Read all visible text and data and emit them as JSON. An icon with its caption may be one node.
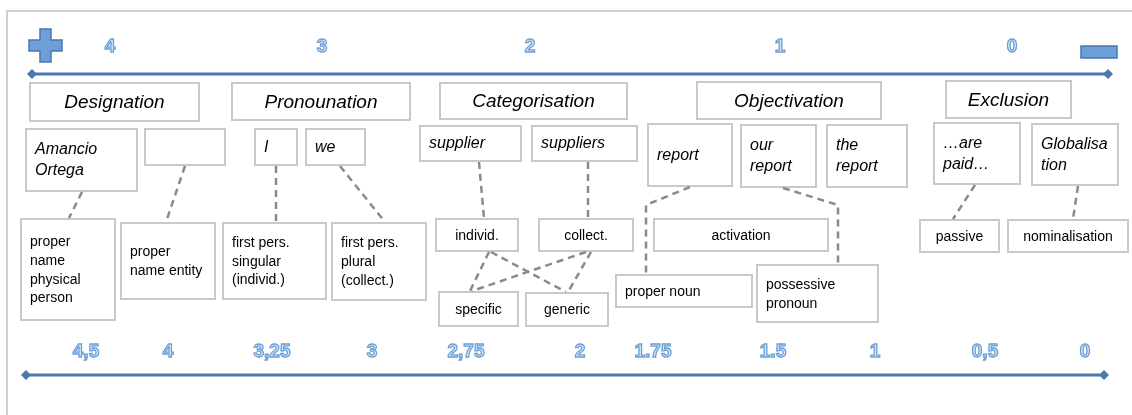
{
  "diagram": {
    "nodes": [
      {
        "text": [
          "Designation"
        ]
      },
      {
        "text": [
          "Pronounation"
        ]
      },
      {
        "text": [
          "Categorisation"
        ]
      },
      {
        "text": [
          "Objectivation"
        ]
      },
      {
        "text": [
          "Exclusion"
        ]
      },
      {
        "text": [
          "Amancio Ortega"
        ]
      },
      {
        "text": [],
        "shape": "box"
      },
      {
        "text": [
          "I"
        ]
      },
      {
        "text": [
          "we"
        ]
      },
      {
        "text": [
          "supplier"
        ]
      },
      {
        "text": [
          "suppliers"
        ]
      },
      {
        "text": [
          "report"
        ]
      },
      {
        "text": [
          "our report"
        ]
      },
      {
        "text": [
          "the report"
        ]
      },
      {
        "text": [
          "…are paid…"
        ]
      },
      {
        "text": [
          "Globalisation"
        ]
      },
      {
        "text": [
          "proper name physical person"
        ]
      },
      {
        "text": [
          "proper name entity"
        ]
      },
      {
        "text": [
          "first pers. singular (individ.)"
        ]
      },
      {
        "text": [
          "first pers. plural (collect.)"
        ]
      },
      {
        "text": [
          "individ."
        ]
      },
      {
        "text": [
          "collect."
        ]
      },
      {
        "text": [
          "activation"
        ]
      },
      {
        "text": [
          "passive"
        ]
      },
      {
        "text": [
          "nominalisation"
        ]
      },
      {
        "text": [
          "specific"
        ]
      },
      {
        "text": [
          "generic"
        ]
      },
      {
        "text": [
          "proper noun"
        ]
      },
      {
        "text": [
          "possessive pronoun"
        ]
      }
    ],
    "edges": [
      {
        "from": 5,
        "to": 16,
        "arrow": "none",
        "style": "dashed"
      },
      {
        "from": 6,
        "to": 17,
        "arrow": "none",
        "style": "dashed"
      },
      {
        "from": 7,
        "to": 18,
        "arrow": "none",
        "style": "dashed"
      },
      {
        "from": 8,
        "to": 19,
        "arrow": "none",
        "style": "dashed"
      },
      {
        "from": 9,
        "to": 20,
        "arrow": "none",
        "style": "dashed"
      },
      {
        "from": 10,
        "to": 21,
        "arrow": "none",
        "style": "dashed"
      },
      {
        "from": 20,
        "to": 25,
        "arrow": "none",
        "style": "dashed"
      },
      {
        "from": 20,
        "to": 26,
        "arrow": "none",
        "style": "dashed"
      },
      {
        "from": 21,
        "to": 25,
        "arrow": "none",
        "style": "dashed"
      },
      {
        "from": 21,
        "to": 26,
        "arrow": "none",
        "style": "dashed"
      },
      {
        "from": 11,
        "to": 27,
        "arrow": "none",
        "style": "dashed"
      },
      {
        "from": 12,
        "to": 28,
        "arrow": "none",
        "style": "dashed"
      },
      {
        "from": 14,
        "to": 23,
        "arrow": "none",
        "style": "dashed"
      },
      {
        "from": 15,
        "to": 24,
        "arrow": "none",
        "style": "dashed"
      }
    ],
    "labels": [
      "4",
      "3",
      "2",
      "1",
      "0",
      "4,5",
      "4",
      "3,25",
      "3",
      "2,75",
      "2",
      "1.75",
      "1.5",
      "1",
      "0,5",
      "0"
    ]
  }
}
